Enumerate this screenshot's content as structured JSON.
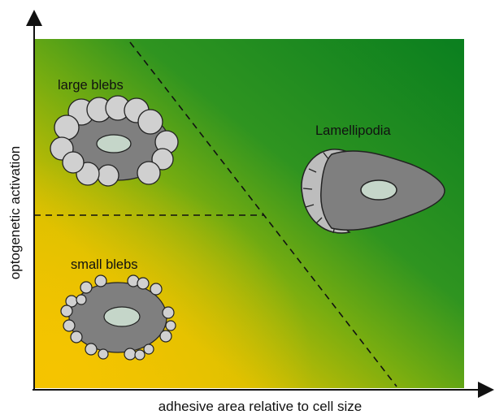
{
  "axes": {
    "x_label": "adhesive area relative to cell size",
    "y_label": "optogenetic activation"
  },
  "regions": {
    "large_blebs": "large blebs",
    "small_blebs": "small blebs",
    "lamellipodia": "Lamellipodia"
  },
  "colors": {
    "yellow": "#f2c200",
    "green": "#0a7f1f",
    "cell_body": "#7f7f7f",
    "bleb": "#d0d0d0",
    "nucleus": "#c5d6c9"
  }
}
